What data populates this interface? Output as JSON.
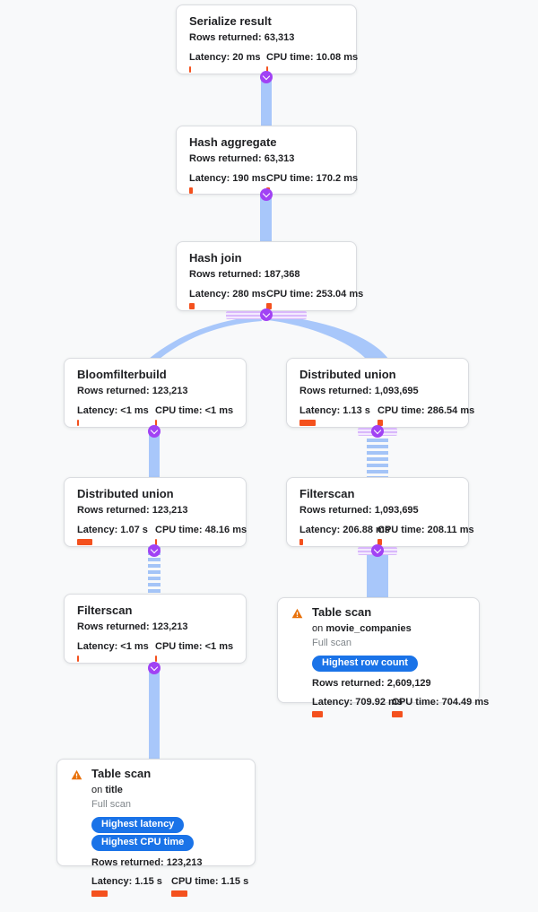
{
  "colors": {
    "background": "#f8f9fa",
    "edge_blue": "#a8c7fa",
    "connector_purple": "#a142f4",
    "bar_orange": "#f4511e",
    "badge_blue": "#1a73e8",
    "warning_orange": "#e8710a"
  },
  "nodes": [
    {
      "title": "Serialize result",
      "rows_text": "Rows returned: 63,313",
      "latency_text": "Latency: 20 ms",
      "latency_bar": 2,
      "cpu_text": "CPU time: 10.08 ms",
      "cpu_bar": 2
    },
    {
      "title": "Hash aggregate",
      "rows_text": "Rows returned: 63,313",
      "latency_text": "Latency: 190 ms",
      "latency_bar": 4,
      "cpu_text": "CPU time: 170.2 ms",
      "cpu_bar": 4
    },
    {
      "title": "Hash join",
      "rows_text": "Rows returned: 187,368",
      "latency_text": "Latency: 280 ms",
      "latency_bar": 6,
      "cpu_text": "CPU time: 253.04 ms",
      "cpu_bar": 6
    },
    {
      "title": "Bloomfilterbuild",
      "rows_text": "Rows returned: 123,213",
      "latency_text": "Latency: <1 ms",
      "latency_bar": 2,
      "cpu_text": "CPU time: <1 ms",
      "cpu_bar": 2
    },
    {
      "title": "Distributed union",
      "rows_text": "Rows returned: 1,093,695",
      "latency_text": "Latency: 1.13 s",
      "latency_bar": 18,
      "cpu_text": "CPU time: 286.54 ms",
      "cpu_bar": 6
    },
    {
      "title": "Distributed union",
      "rows_text": "Rows returned: 123,213",
      "latency_text": "Latency: 1.07 s",
      "latency_bar": 17,
      "cpu_text": "CPU time: 48.16 ms",
      "cpu_bar": 2
    },
    {
      "title": "Filterscan",
      "rows_text": "Rows returned: 1,093,695",
      "latency_text": "Latency: 206.88 ms",
      "latency_bar": 4,
      "cpu_text": "CPU time: 208.11 ms",
      "cpu_bar": 5
    },
    {
      "title": "Filterscan",
      "rows_text": "Rows returned: 123,213",
      "latency_text": "Latency: <1 ms",
      "latency_bar": 2,
      "cpu_text": "CPU time: <1 ms",
      "cpu_bar": 2
    },
    {
      "title": "Table scan",
      "on_prefix": "on",
      "table": "movie_companies",
      "scan_type": "Full scan",
      "badges": [
        "Highest row count"
      ],
      "rows_text": "Rows returned: 2,609,129",
      "latency_text": "Latency: 709.92 ms",
      "latency_bar": 12,
      "cpu_text": "CPU time: 704.49 ms",
      "cpu_bar": 12
    },
    {
      "title": "Table scan",
      "on_prefix": "on",
      "table": "title",
      "scan_type": "Full scan",
      "badges": [
        "Highest latency",
        "Highest CPU time"
      ],
      "rows_text": "Rows returned: 123,213",
      "latency_text": "Latency: 1.15 s",
      "latency_bar": 18,
      "cpu_text": "CPU time: 1.15 s",
      "cpu_bar": 18
    }
  ]
}
